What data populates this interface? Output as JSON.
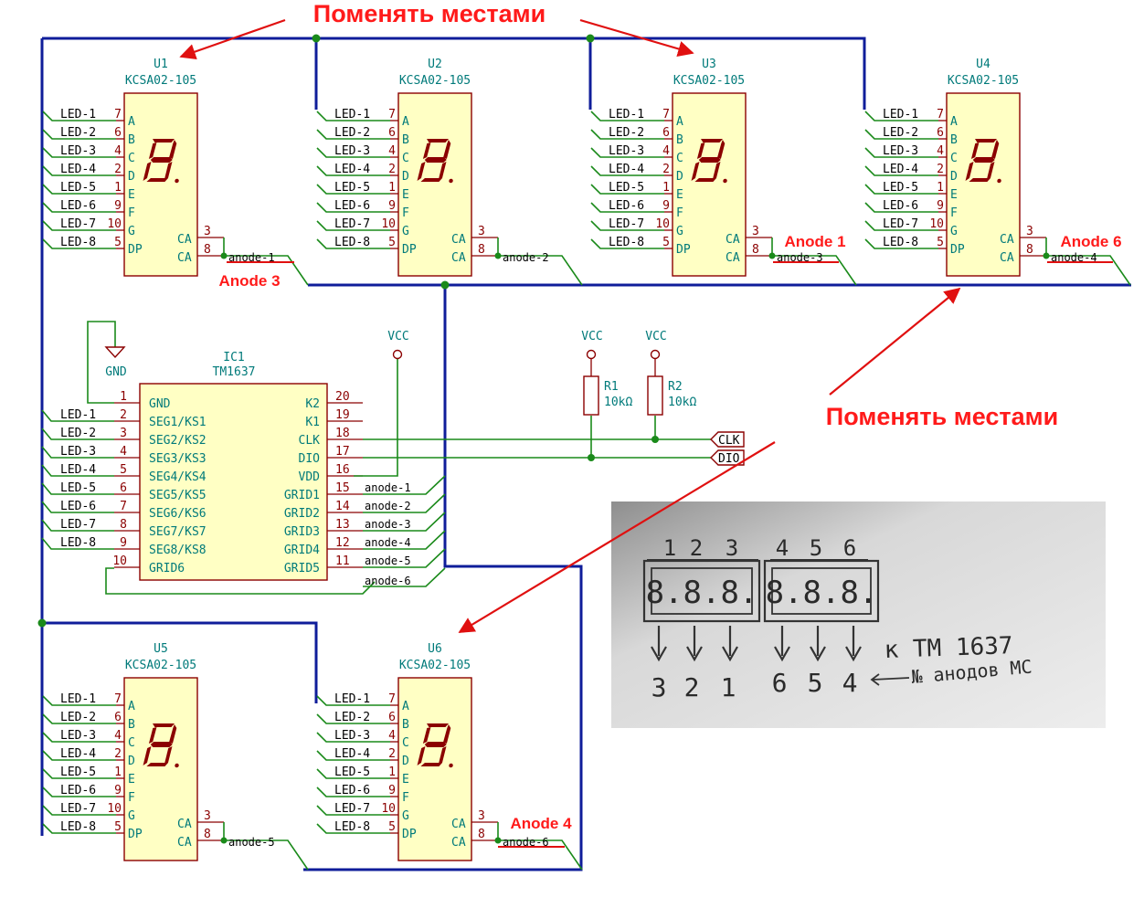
{
  "annotations": {
    "swap_top": "Поменять местами",
    "swap_right": "Поменять местами",
    "anode3": "Anode 3",
    "anode1": "Anode 1",
    "anode6": "Anode 6",
    "anode4": "Anode 4"
  },
  "displays": [
    {
      "ref": "U1",
      "part": "KCSA02-105",
      "net": "anode-1"
    },
    {
      "ref": "U2",
      "part": "KCSA02-105",
      "net": "anode-2"
    },
    {
      "ref": "U3",
      "part": "KCSA02-105",
      "net": "anode-3"
    },
    {
      "ref": "U4",
      "part": "KCSA02-105",
      "net": "anode-4"
    },
    {
      "ref": "U5",
      "part": "KCSA02-105",
      "net": "anode-5"
    },
    {
      "ref": "U6",
      "part": "KCSA02-105",
      "net": "anode-6"
    }
  ],
  "display_pins": {
    "left_nets": [
      "LED-1",
      "LED-2",
      "LED-3",
      "LED-4",
      "LED-5",
      "LED-6",
      "LED-7",
      "LED-8"
    ],
    "left_nums": [
      "7",
      "6",
      "4",
      "2",
      "1",
      "9",
      "10",
      "5"
    ],
    "left_names": [
      "A",
      "B",
      "C",
      "D",
      "E",
      "F",
      "G",
      "DP"
    ],
    "ca_name": "CA",
    "ca_nums": [
      "3",
      "8"
    ]
  },
  "ic": {
    "ref": "IC1",
    "part": "TM1637",
    "gnd_label": "GND",
    "left_pins": [
      {
        "num": "1",
        "name": "GND",
        "net": ""
      },
      {
        "num": "2",
        "name": "SEG1/KS1",
        "net": "LED-1"
      },
      {
        "num": "3",
        "name": "SEG2/KS2",
        "net": "LED-2"
      },
      {
        "num": "4",
        "name": "SEG3/KS3",
        "net": "LED-3"
      },
      {
        "num": "5",
        "name": "SEG4/KS4",
        "net": "LED-4"
      },
      {
        "num": "6",
        "name": "SEG5/KS5",
        "net": "LED-5"
      },
      {
        "num": "7",
        "name": "SEG6/KS6",
        "net": "LED-6"
      },
      {
        "num": "8",
        "name": "SEG7/KS7",
        "net": "LED-7"
      },
      {
        "num": "9",
        "name": "SEG8/KS8",
        "net": "LED-8"
      },
      {
        "num": "10",
        "name": "GRID6",
        "net": ""
      }
    ],
    "right_pins": [
      {
        "num": "20",
        "name": "K2",
        "net": ""
      },
      {
        "num": "19",
        "name": "K1",
        "net": ""
      },
      {
        "num": "18",
        "name": "CLK",
        "net": ""
      },
      {
        "num": "17",
        "name": "DIO",
        "net": ""
      },
      {
        "num": "16",
        "name": "VDD",
        "net": ""
      },
      {
        "num": "15",
        "name": "GRID1",
        "net": "anode-1"
      },
      {
        "num": "14",
        "name": "GRID2",
        "net": "anode-2"
      },
      {
        "num": "13",
        "name": "GRID3",
        "net": "anode-3"
      },
      {
        "num": "12",
        "name": "GRID4",
        "net": "anode-4"
      },
      {
        "num": "11",
        "name": "GRID5",
        "net": "anode-5"
      }
    ],
    "grid6_net": "anode-6"
  },
  "power": {
    "vcc": "VCC"
  },
  "resistors": [
    {
      "ref": "R1",
      "value": "10kΩ"
    },
    {
      "ref": "R2",
      "value": "10kΩ"
    }
  ],
  "connectors": {
    "clk": "CLK",
    "dio": "DIO"
  },
  "photo": {
    "top_numbers": [
      "1",
      "2",
      "3",
      "4",
      "5",
      "6"
    ],
    "display_left": "8.8.8.",
    "display_right": "8.8.8.",
    "bottom_numbers": [
      "3",
      "2",
      "1",
      "6",
      "5",
      "4"
    ],
    "note_line1": "к ТМ 1637",
    "note_line2": "№ анодов МС"
  }
}
